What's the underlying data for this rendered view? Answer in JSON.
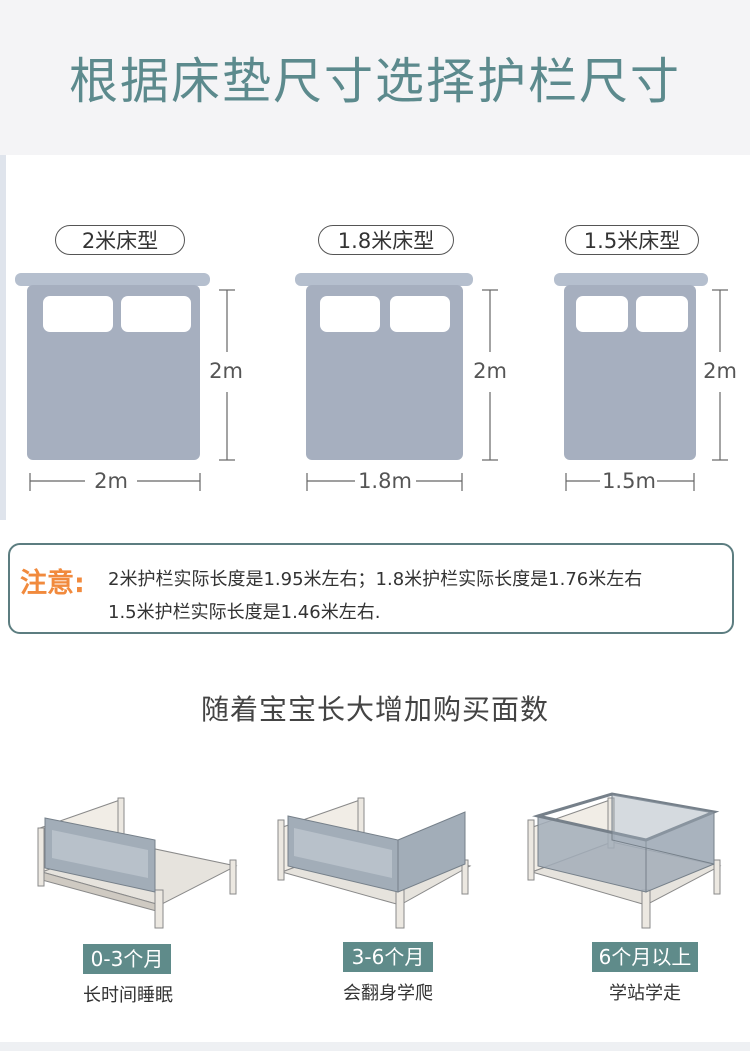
{
  "title": "根据床垫尺寸选择护栏尺寸",
  "beds": [
    {
      "label": "2米床型",
      "width": "2m",
      "length": "2m"
    },
    {
      "label": "1.8米床型",
      "width": "1.8m",
      "length": "2m"
    },
    {
      "label": "1.5米床型",
      "width": "1.5m",
      "length": "2m"
    }
  ],
  "notice": {
    "label": "注意:",
    "line1": "2米护栏实际长度是1.95米左右；1.8米护栏实际长度是1.76米左右",
    "line2": "1.5米护栏实际长度是1.46米左右."
  },
  "section2_title": "随着宝宝长大增加购买面数",
  "stages": [
    {
      "age": "0-3个月",
      "desc": "长时间睡眠"
    },
    {
      "age": "3-6个月",
      "desc": "会翻身学爬"
    },
    {
      "age": "6个月以上",
      "desc": "学站学走"
    }
  ],
  "colors": {
    "accent": "#5c8a8d",
    "bed": "#a6afbf",
    "notice_label": "#f18a3d",
    "badge": "#5f8b8a"
  }
}
